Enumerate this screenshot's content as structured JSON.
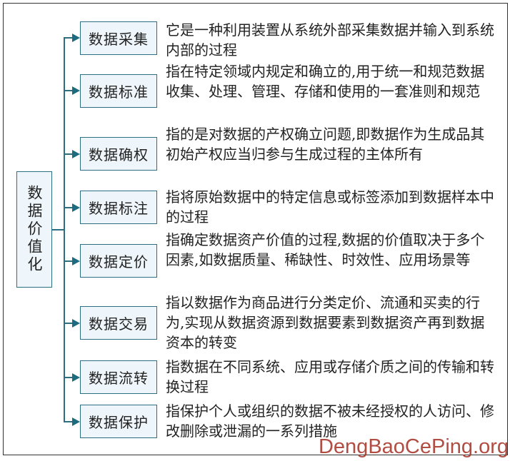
{
  "root": {
    "label": "数据价值化"
  },
  "items": [
    {
      "label": "数据采集",
      "description": "它是一种利用装置从系统外部采集数据并输入到系统内部的过程"
    },
    {
      "label": "数据标准",
      "description": "指在特定领域内规定和确立的,用于统一和规范数据收集、处理、管理、存储和使用的一套准则和规范"
    },
    {
      "label": "数据确权",
      "description": "指的是对数据的产权确立问题,即数据作为生成品其初始产权应当归参与生成过程的主体所有"
    },
    {
      "label": "数据标注",
      "description": "指将原始数据中的特定信息或标签添加到数据样本中的过程"
    },
    {
      "label": "数据定价",
      "description": "指确定数据资产价值的过程,数据的价值取决于多个因素,如数据质量、稀缺性、时效性、应用场景等"
    },
    {
      "label": "数据交易",
      "description": "指以数据作为商品进行分类定价、流通和买卖的行为,实现从数据资源到数据要素到数据资产再到数据资本的转变"
    },
    {
      "label": "数据流转",
      "description": "指数据在不同系统、应用或存储介质之间的传输和转换过程"
    },
    {
      "label": "数据保护",
      "description": "指保护个人或组织的数据不被未经授权的人访问、修改删除或泄漏的一系列措施"
    }
  ],
  "watermark": "DengBaoCePing.org",
  "colors": {
    "line": "#2c6f80",
    "box_fill": "#eef6fb",
    "watermark": "#a93a2e"
  }
}
